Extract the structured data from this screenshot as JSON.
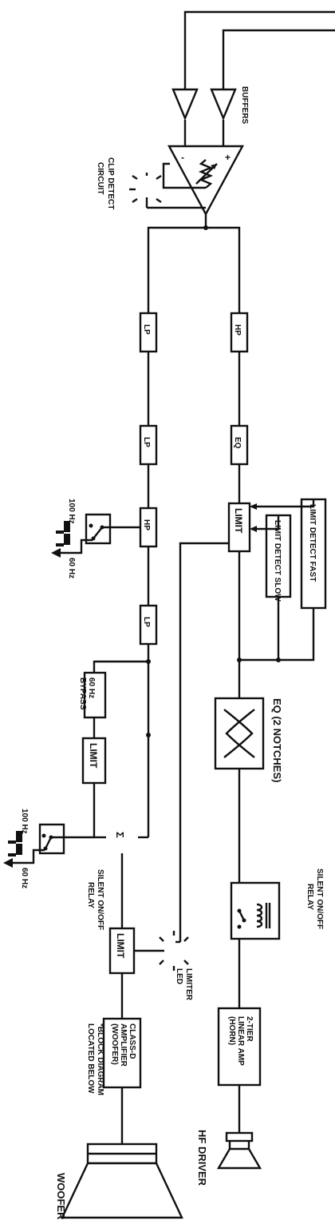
{
  "colors": {
    "ink": "#111111",
    "paper": "#ffffff"
  },
  "labels": {
    "buffers": "BUFFERS",
    "clip_detect_1": "CLIP DETECT",
    "clip_detect_2": "CIRCUIT",
    "amp_minus": "-",
    "amp_plus": "+",
    "lp": "LP",
    "hp": "HP",
    "eq": "EQ",
    "limit": "LIMIT",
    "limit_detect_fast": "LIMIT DETECT FAST",
    "limit_detect_slow": "LIMIT DETECT SLOW",
    "hz100": "100 Hz",
    "hz60": "60 Hz",
    "bypass_1": "60 Hz",
    "bypass_2": "BYPASS",
    "sum": "Σ",
    "eq_notches": "EQ (2 NOTCHES)",
    "silent_relay_1": "SILENT ON/OFF",
    "silent_relay_2": "RELAY",
    "limiter_led_1": "LIMITER",
    "limiter_led_2": "LED",
    "hf_amp_1": "2-TIER",
    "hf_amp_2": "LINEAR AMP",
    "hf_amp_3": "(HORN)",
    "classd_1": "CLASS-D",
    "classd_2": "AMPLIFIER",
    "classd_3": "(WOOFER)",
    "note_1": "*BLOCK DIAGRAM",
    "note_2": "LOCATED BELOW",
    "hf_driver": "HF DRIVER",
    "woofer": "WOOFER"
  },
  "icons": [
    "buffer-triangle-icon",
    "opamp-icon",
    "led-icon",
    "switch-icon",
    "ground-icon",
    "eq-curve-icon",
    "relay-icon",
    "speaker-icon",
    "sum-icon"
  ]
}
